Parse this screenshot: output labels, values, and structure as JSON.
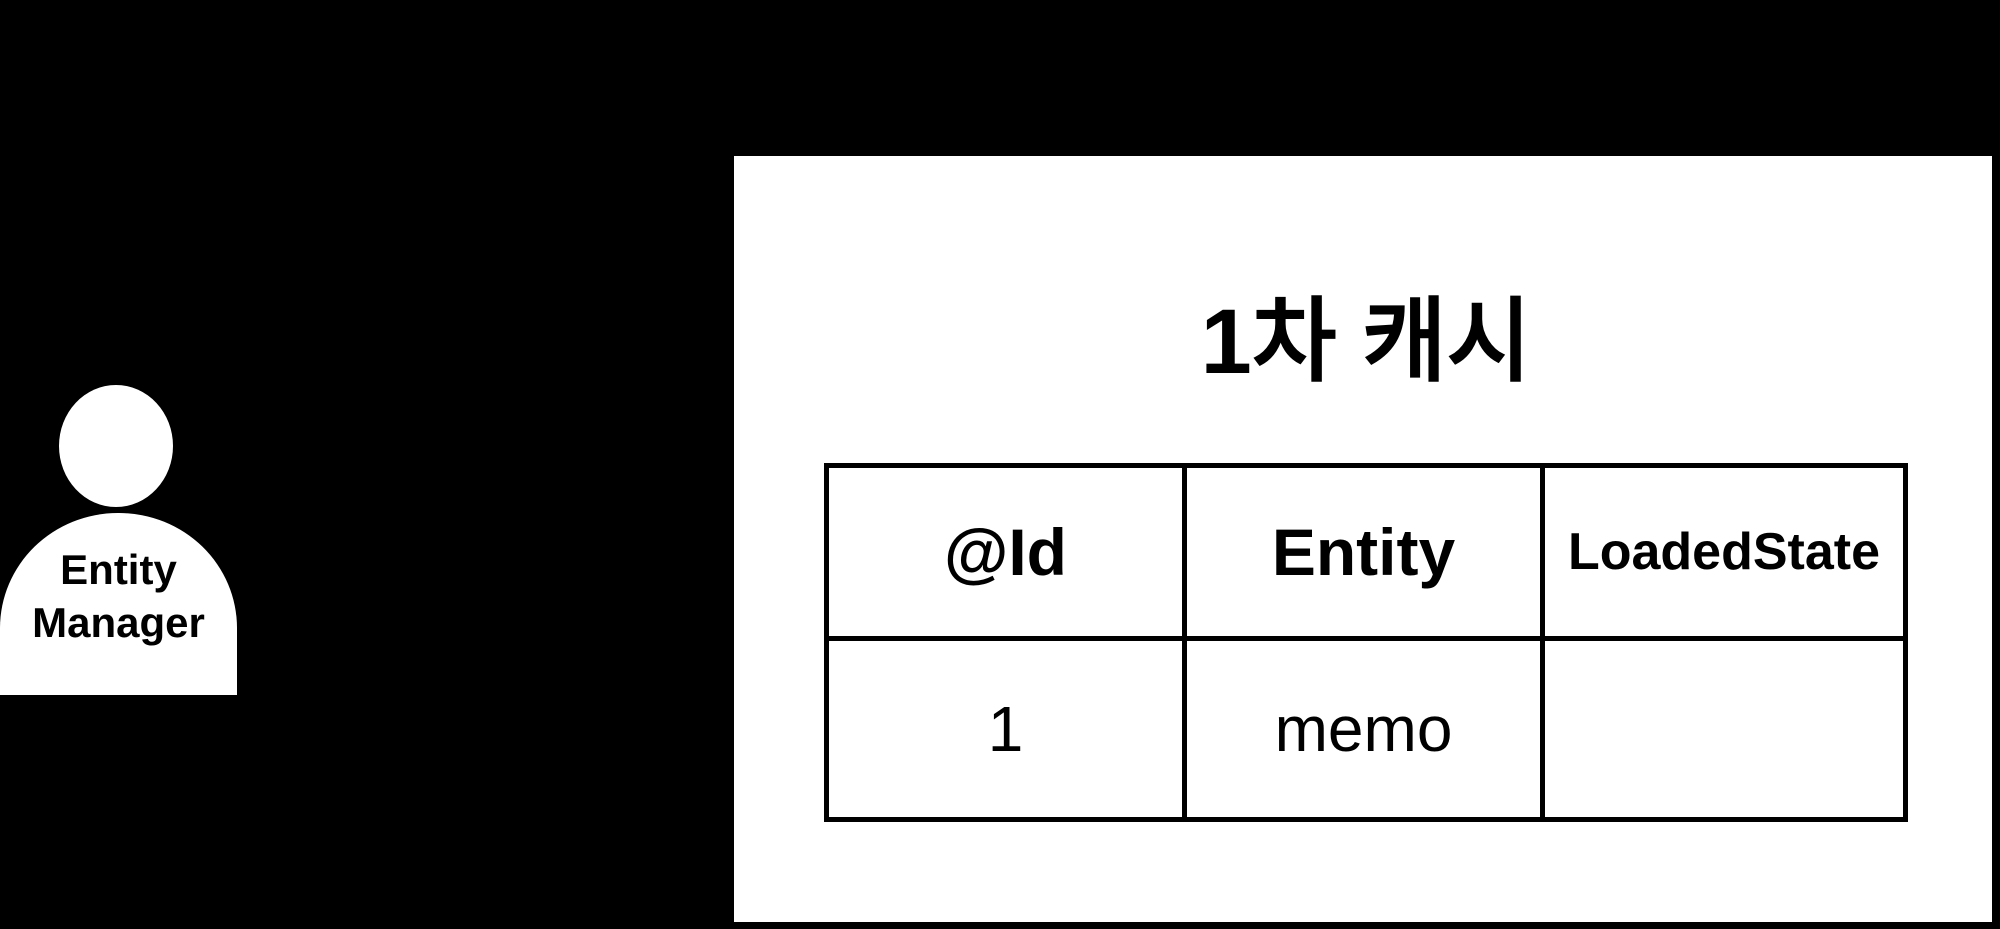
{
  "colors": {
    "background": "#000000",
    "panel": "#ffffff",
    "table_line": "#000000",
    "text": "#000000"
  },
  "actor": {
    "label_line1": "Entity",
    "label_line2": "Manager"
  },
  "cache": {
    "title": "1차 캐시",
    "table": {
      "columns": [
        "@Id",
        "Entity",
        "LoadedState"
      ],
      "rows": [
        [
          "1",
          "memo",
          ""
        ]
      ]
    }
  }
}
